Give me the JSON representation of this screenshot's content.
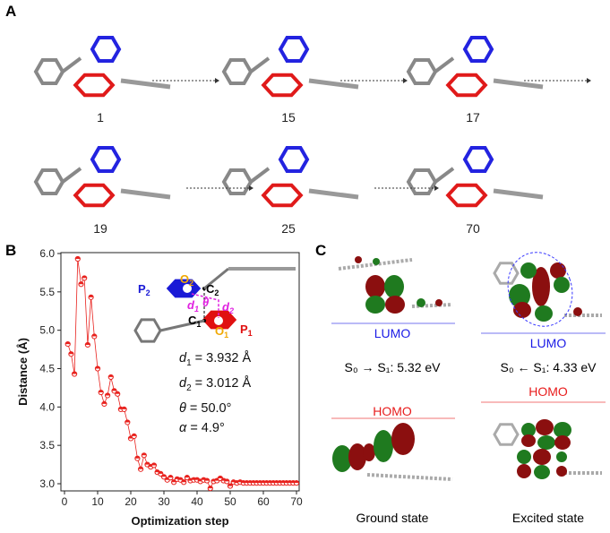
{
  "panels": {
    "a": "A",
    "b": "B",
    "c": "C"
  },
  "panel_a": {
    "steps": [
      "1",
      "15",
      "17",
      "19",
      "25",
      "70"
    ]
  },
  "chart_data": {
    "type": "scatter-line",
    "xlabel": "Optimization step",
    "ylabel": "Distance (Å)",
    "xlim": [
      0,
      70
    ],
    "ylim": [
      2.9,
      6.0
    ],
    "xticks": [
      "0",
      "10",
      "20",
      "30",
      "40",
      "50",
      "60",
      "70"
    ],
    "yticks": [
      "3.0",
      "3.5",
      "4.0",
      "4.5",
      "5.0",
      "5.5",
      "6.0"
    ],
    "color": "#e8221e",
    "x": [
      1,
      2,
      3,
      4,
      5,
      6,
      7,
      8,
      9,
      10,
      11,
      12,
      13,
      14,
      15,
      16,
      17,
      18,
      19,
      20,
      21,
      22,
      23,
      24,
      25,
      26,
      27,
      28,
      29,
      30,
      31,
      32,
      33,
      34,
      35,
      36,
      37,
      38,
      39,
      40,
      41,
      42,
      43,
      44,
      45,
      46,
      47,
      48,
      49,
      50,
      51,
      52,
      53,
      54,
      55,
      56,
      57,
      58,
      59,
      60,
      61,
      62,
      63,
      64,
      65,
      66,
      67,
      68,
      69,
      70
    ],
    "y": [
      4.82,
      4.69,
      4.43,
      5.93,
      5.6,
      5.68,
      4.81,
      5.43,
      4.92,
      4.5,
      4.19,
      4.04,
      4.15,
      4.39,
      4.21,
      4.17,
      3.97,
      3.97,
      3.8,
      3.59,
      3.62,
      3.33,
      3.19,
      3.37,
      3.25,
      3.22,
      3.24,
      3.15,
      3.13,
      3.09,
      3.05,
      3.08,
      3.02,
      3.06,
      3.05,
      3.02,
      3.08,
      3.04,
      3.05,
      3.05,
      3.03,
      3.05,
      3.04,
      2.94,
      3.03,
      3.04,
      3.07,
      3.04,
      3.03,
      2.97,
      3.02,
      3.01,
      3.02,
      3.01,
      3.01,
      3.01,
      3.01,
      3.01,
      3.01,
      3.01,
      3.01,
      3.01,
      3.01,
      3.01,
      3.01,
      3.01,
      3.01,
      3.01,
      3.01,
      3.01
    ],
    "annotations": {
      "d1": "= 3.932 Å",
      "d2": "= 3.012 Å",
      "theta": "= 50.0°",
      "alpha": "= 4.9°"
    },
    "inset_labels": {
      "p2": "P",
      "p2_sub": "2",
      "o2": "O",
      "o2_sub": "2",
      "c2": "C",
      "c2_sub": "2",
      "c1": "C",
      "c1_sub": "1",
      "o1": "O",
      "o1_sub": "1",
      "p1": "P",
      "p1_sub": "1",
      "d1": "d",
      "d1_sub": "1",
      "d2": "d",
      "d2_sub": "2",
      "theta": "θ"
    }
  },
  "panel_c": {
    "ground": {
      "lumo": "LUMO",
      "homo": "HOMO",
      "transition": "S₀ → S₁: 5.32 eV",
      "state": "Ground state"
    },
    "excited": {
      "lumo": "LUMO",
      "homo": "HOMO",
      "transition": "S₀ ← S₁: 4.33 eV",
      "state": "Excited state"
    },
    "colors": {
      "lumo": "#1a1ae6",
      "homo": "#e81c1c",
      "orbital_pos": "#8b0f0f",
      "orbital_neg": "#1f7a1f"
    }
  }
}
